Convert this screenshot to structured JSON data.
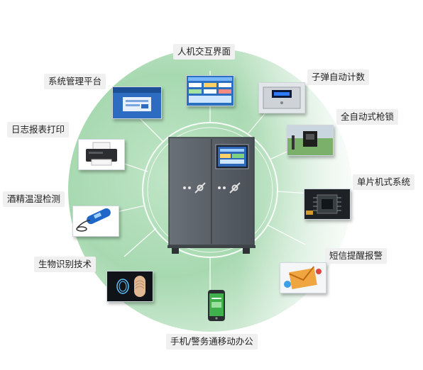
{
  "features": [
    {
      "id": "hmi",
      "label": "人机交互界面",
      "icon": "touchscreen-ui-icon"
    },
    {
      "id": "bullet-count",
      "label": "子弹自动计数",
      "icon": "counter-display-icon"
    },
    {
      "id": "auto-lock",
      "label": "全自动式枪锁",
      "icon": "gun-lock-icon"
    },
    {
      "id": "mcu",
      "label": "单片机式系统",
      "icon": "microchip-icon"
    },
    {
      "id": "sms",
      "label": "短信提醒报警",
      "icon": "envelope-alert-icon"
    },
    {
      "id": "mobile",
      "label": "手机/警务通移动办公",
      "icon": "smartphone-icon"
    },
    {
      "id": "biometric",
      "label": "生物识别技术",
      "icon": "fingerprint-icon"
    },
    {
      "id": "alcohol",
      "label": "酒精温湿检测",
      "icon": "breathalyzer-icon"
    },
    {
      "id": "log-print",
      "label": "日志报表打印",
      "icon": "printer-icon"
    },
    {
      "id": "mgmt-platform",
      "label": "系统管理平台",
      "icon": "monitor-dashboard-icon"
    }
  ],
  "center": {
    "icon": "gun-safe-cabinet-icon"
  },
  "colors": {
    "circle_green": "#9fd6a9",
    "circle_fade": "#ffffff",
    "label_bg": "#f0f0f0",
    "cabinet": "#555a60",
    "screen_blue": "#2f68b8",
    "phone_green": "#3fb04b"
  }
}
